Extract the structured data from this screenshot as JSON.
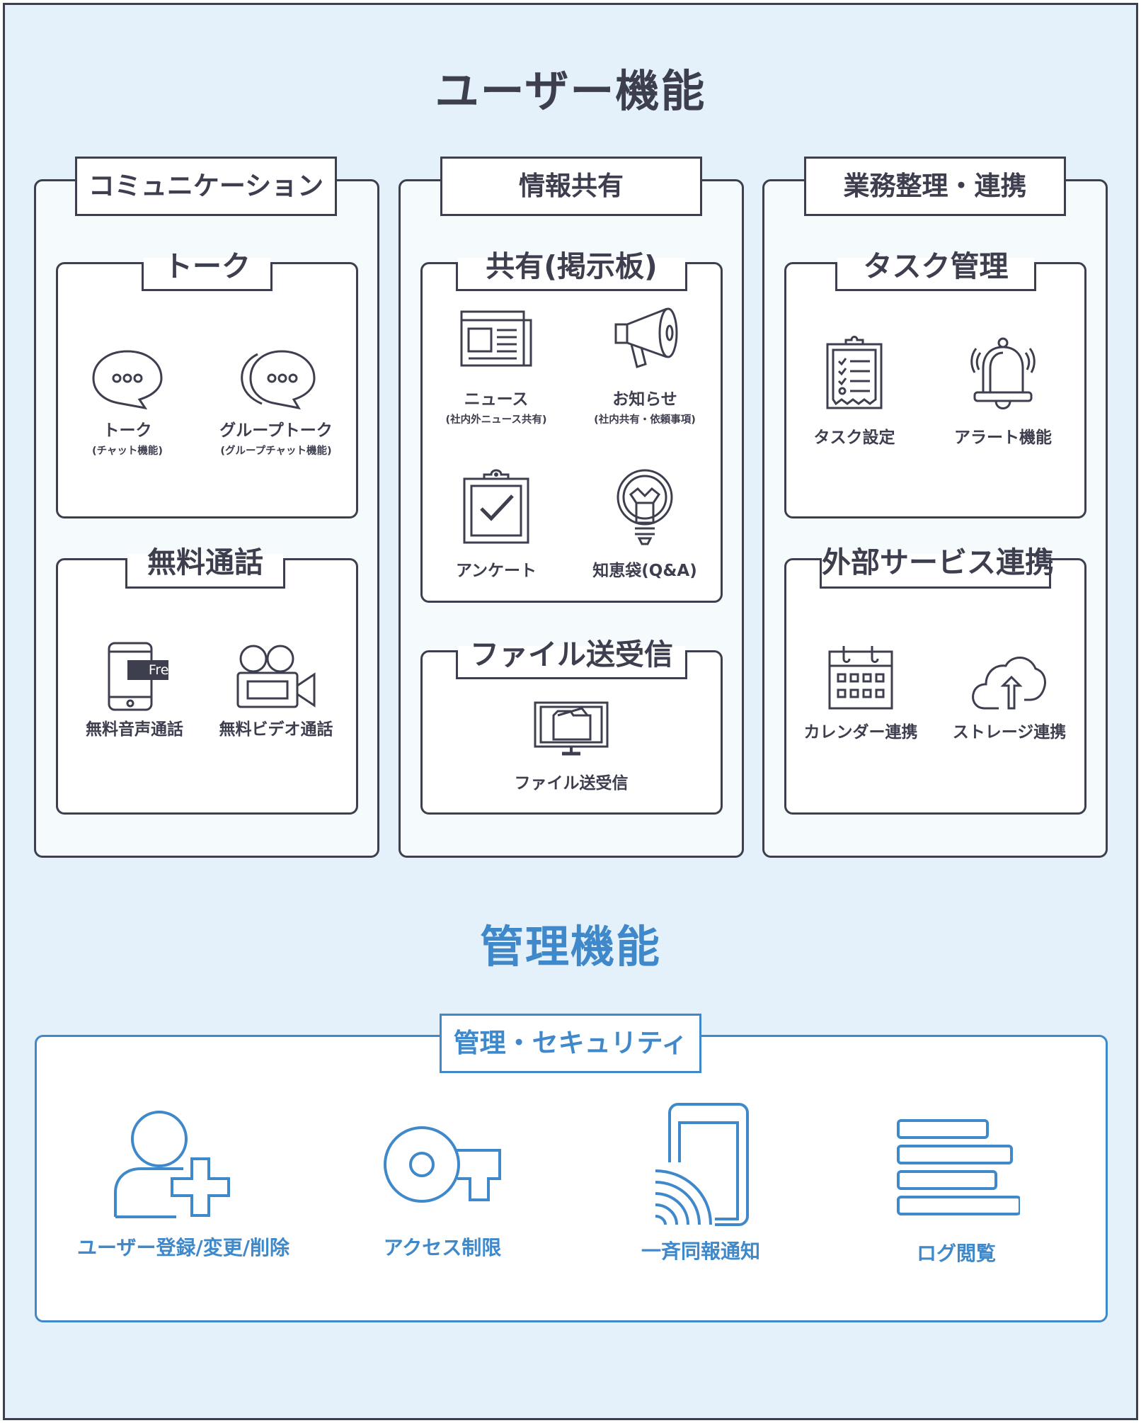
{
  "user_section": {
    "title": "ユーザー機能",
    "columns": [
      {
        "tab": "コミュニケーション",
        "boxes": [
          {
            "title": "トーク",
            "items": [
              {
                "icon": "speech-bubble-icon",
                "label": "トーク",
                "sub": "(チャット機能)"
              },
              {
                "icon": "group-speech-bubbles-icon",
                "label": "グループトーク",
                "sub": "(グループチャット機能)"
              }
            ]
          },
          {
            "title": "無料通話",
            "items": [
              {
                "icon": "smartphone-icon",
                "badge": "Free",
                "label": "無料音声通話"
              },
              {
                "icon": "video-camera-icon",
                "label": "無料ビデオ通話"
              }
            ]
          }
        ]
      },
      {
        "tab": "情報共有",
        "boxes": [
          {
            "title": "共有(掲示板)",
            "items": [
              {
                "icon": "newspaper-icon",
                "label": "ニュース",
                "sub": "(社内外ニュース共有)"
              },
              {
                "icon": "megaphone-icon",
                "label": "お知らせ",
                "sub": "(社内共有・依頼事項)"
              },
              {
                "icon": "clipboard-check-icon",
                "label": "アンケート"
              },
              {
                "icon": "lightbulb-icon",
                "label": "知恵袋(Q&A)"
              }
            ]
          },
          {
            "title": "ファイル送受信",
            "items": [
              {
                "icon": "monitor-folder-icon",
                "label": "ファイル送受信"
              }
            ]
          }
        ]
      },
      {
        "tab": "業務整理・連携",
        "boxes": [
          {
            "title": "タスク管理",
            "items": [
              {
                "icon": "checklist-icon",
                "label": "タスク設定"
              },
              {
                "icon": "bell-icon",
                "label": "アラート機能"
              }
            ]
          },
          {
            "title": "外部サービス連携",
            "items": [
              {
                "icon": "calendar-icon",
                "label": "カレンダー連携"
              },
              {
                "icon": "cloud-upload-icon",
                "label": "ストレージ連携"
              }
            ]
          }
        ]
      }
    ]
  },
  "admin_section": {
    "title": "管理機能",
    "tab": "管理・セキュリティ",
    "items": [
      {
        "icon": "user-add-icon",
        "label": "ユーザー登録/変更/削除"
      },
      {
        "icon": "key-icon",
        "label": "アクセス制限"
      },
      {
        "icon": "broadcast-device-icon",
        "label": "一斉同報通知"
      },
      {
        "icon": "log-list-icon",
        "label": "ログ閲覧"
      }
    ]
  },
  "colors": {
    "dark": "#3d3f4f",
    "accent_blue": "#3f88c9",
    "background": "#e4f0fa",
    "panel": "#f5fafd"
  }
}
